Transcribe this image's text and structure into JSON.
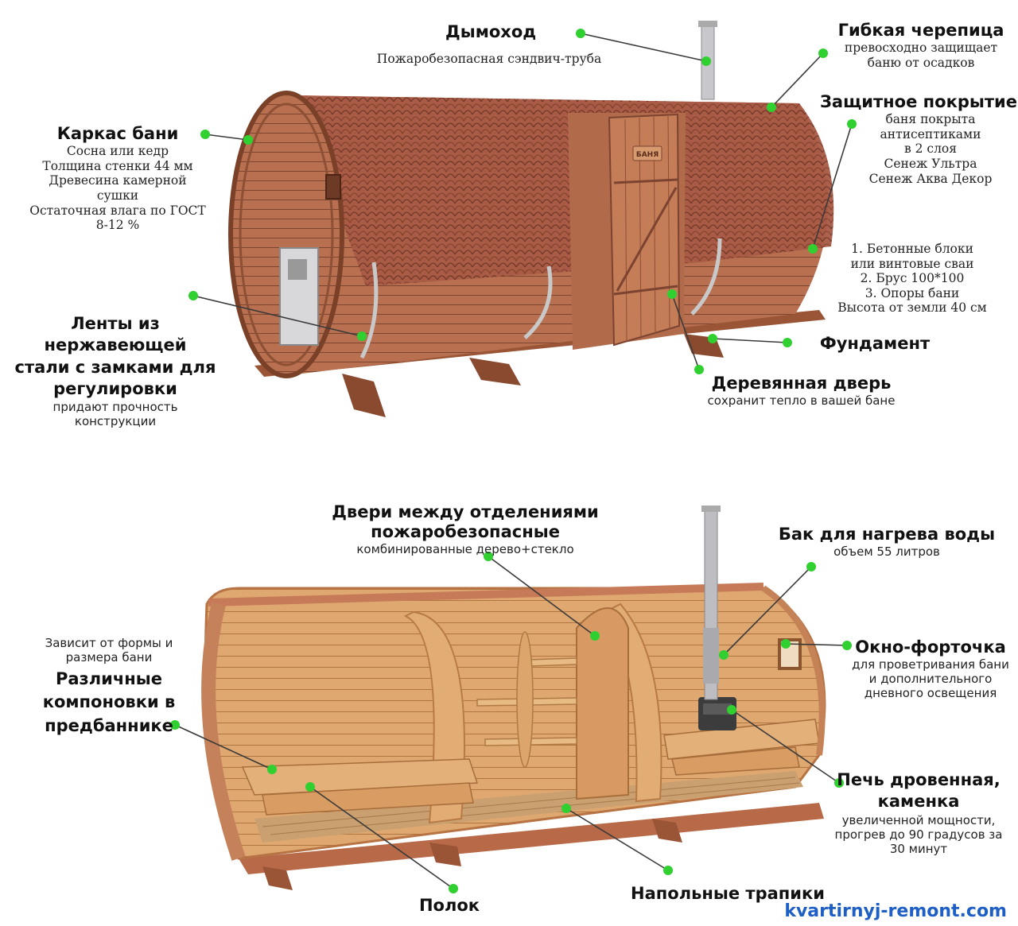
{
  "callouts": {
    "chimney": {
      "title": "Дымоход",
      "desc": "Пожаробезопасная сэндвич-труба"
    },
    "roof": {
      "title": "Гибкая черепица",
      "desc": "превосходно защищает\nбаню от осадков"
    },
    "coating": {
      "title": "Защитное покрытие",
      "desc": "баня покрыта\nантисептиками\nв 2 слоя\nСенеж Ультра\nСенеж Аква Декор"
    },
    "frame": {
      "title": "Каркас бани",
      "desc": "Сосна или кедр\nТолщина стенки 44 мм\nДревесина камерной\nсушки\nОстаточная влага по ГОСТ\n8-12 %"
    },
    "foundation_notes": "1. Бетонные блоки\nили винтовые сваи\n2. Брус 100*100\n3. Опоры бани\nВысота от земли 40 см",
    "foundation": {
      "title": "Фундамент"
    },
    "bands": {
      "title": "Ленты из нержавеющей\nстали с замками для\nрегулировки",
      "desc": "придают прочность\nконструкции"
    },
    "door": {
      "title": "Деревянная дверь",
      "desc": "сохранит тепло в вашей бане"
    },
    "sign": "БАНЯ",
    "inner_doors": {
      "title": "Двери между отделениями пожаробезопасные",
      "desc": "комбинированные дерево+стекло"
    },
    "tank": {
      "title": "Бак для нагрева воды",
      "desc": "объем 55 литров"
    },
    "layouts": {
      "pre": "Зависит от формы и\nразмера бани",
      "title": "Различные\nкомпоновки в\nпредбаннике"
    },
    "window": {
      "title": "Окно-форточка",
      "desc": "для проветривания бани\nи дополнительного\nдневного освещения"
    },
    "stove": {
      "title": "Печь дровенная,\nкаменка",
      "desc": "увеличенной мощности,\nпрогрев до 90 градусов за\n30 минут"
    },
    "shelf": {
      "title": "Полок"
    },
    "floor": {
      "title": "Напольные трапики"
    }
  },
  "watermark": "kvartirnyj-remont.com",
  "colors": {
    "dot": "#2fd02f",
    "wood_dark": "#9a5a3c",
    "wood_light": "#d9a36a",
    "roof": "#a5503a"
  }
}
